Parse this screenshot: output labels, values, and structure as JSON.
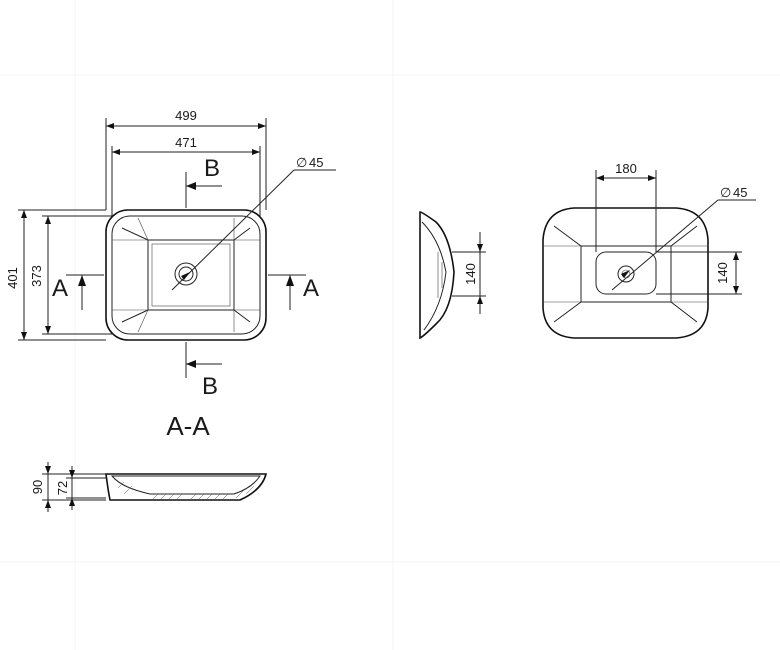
{
  "top_view": {
    "dim_overall_width": "499",
    "dim_inner_width": "471",
    "dim_overall_depth": "401",
    "dim_inner_depth": "373",
    "dim_drain": "45",
    "label_section_b_top": "B",
    "label_section_b_bottom": "B",
    "label_section_a_left": "A",
    "label_section_a_right": "A"
  },
  "section_view": {
    "title": "A-A",
    "dim_total_height": "90",
    "dim_bowl_height": "72"
  },
  "side_view": {
    "dim_base_height": "140"
  },
  "bottom_view": {
    "dim_base_width": "180",
    "dim_base_depth": "140",
    "dim_drain": "45"
  },
  "symbols": {
    "diameter_symbol": "∅"
  },
  "colors": {
    "line": "#111111",
    "background": "#ffffff"
  }
}
